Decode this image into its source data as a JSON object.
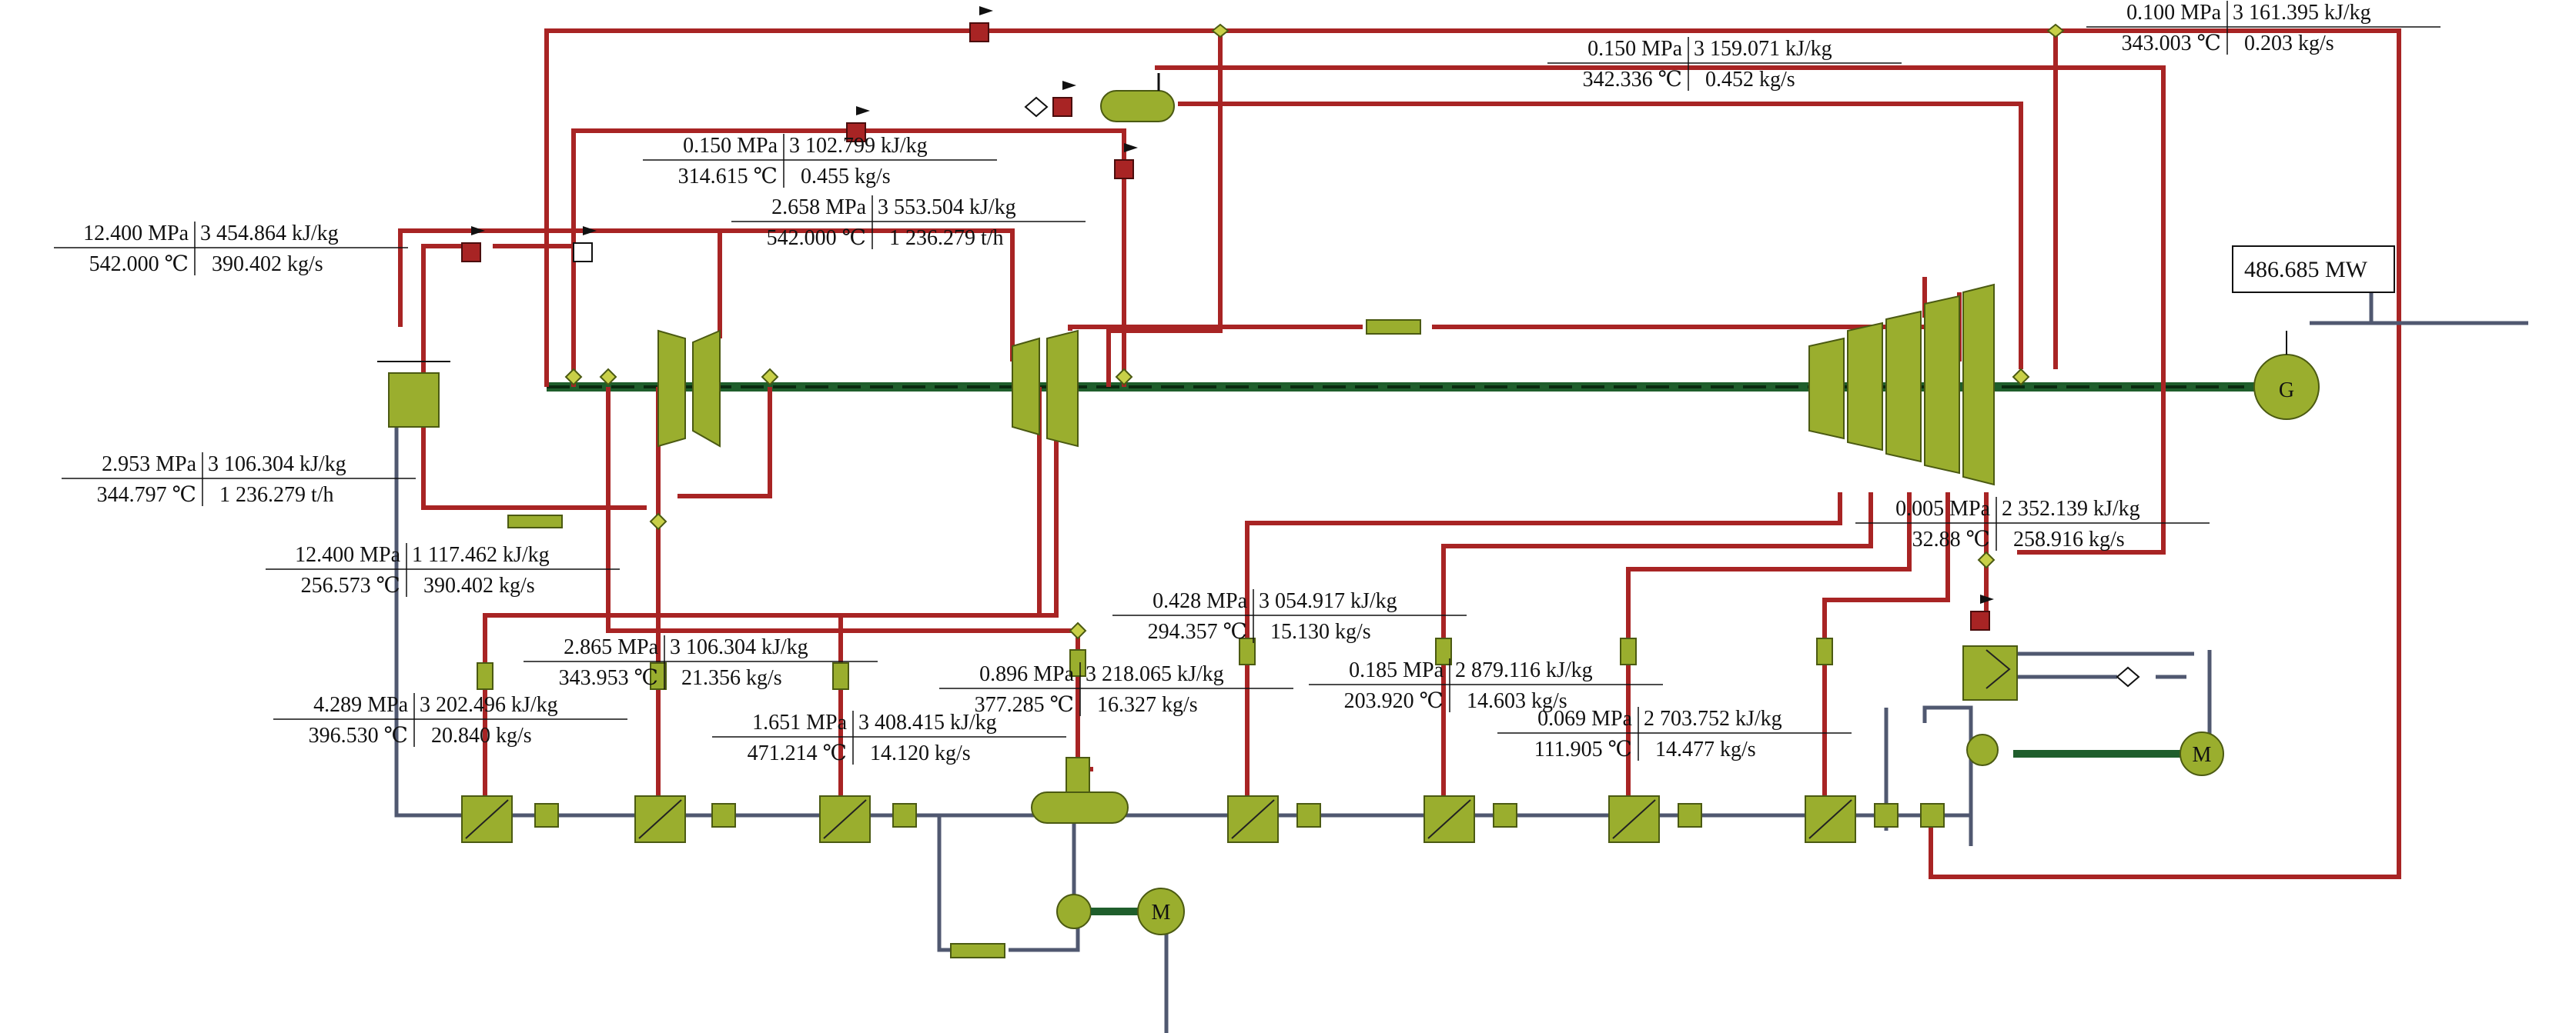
{
  "generator": {
    "output": "486.685 MW",
    "symbol": "G"
  },
  "motor_symbol": "M",
  "streams": [
    {
      "id": "s01",
      "p": "0.100 MPa",
      "h": "3 161.395 kJ/kg",
      "t": "343.003 ℃",
      "m": "0.203 kg/s"
    },
    {
      "id": "s02",
      "p": "0.150 MPa",
      "h": "3 159.071 kJ/kg",
      "t": "342.336 ℃",
      "m": "0.452 kg/s"
    },
    {
      "id": "s03",
      "p": "0.150 MPa",
      "h": "3 102.799 kJ/kg",
      "t": "314.615 ℃",
      "m": "0.455 kg/s"
    },
    {
      "id": "s04",
      "p": "2.658 MPa",
      "h": "3 553.504 kJ/kg",
      "t": "542.000 ℃",
      "m": "1 236.279 t/h"
    },
    {
      "id": "s05",
      "p": "12.400 MPa",
      "h": "3 454.864 kJ/kg",
      "t": "542.000 ℃",
      "m": "390.402 kg/s"
    },
    {
      "id": "s06",
      "p": "2.953 MPa",
      "h": "3 106.304 kJ/kg",
      "t": "344.797 ℃",
      "m": "1 236.279 t/h"
    },
    {
      "id": "s07",
      "p": "12.400 MPa",
      "h": "1 117.462 kJ/kg",
      "t": "256.573 ℃",
      "m": "390.402 kg/s"
    },
    {
      "id": "s08",
      "p": "2.865 MPa",
      "h": "3 106.304 kJ/kg",
      "t": "343.953 ℃",
      "m": "21.356 kg/s"
    },
    {
      "id": "s09",
      "p": "4.289 MPa",
      "h": "3 202.496 kJ/kg",
      "t": "396.530 ℃",
      "m": "20.840 kg/s"
    },
    {
      "id": "s10",
      "p": "1.651 MPa",
      "h": "3 408.415 kJ/kg",
      "t": "471.214 ℃",
      "m": "14.120 kg/s"
    },
    {
      "id": "s11",
      "p": "0.896 MPa",
      "h": "3 218.065 kJ/kg",
      "t": "377.285 ℃",
      "m": "16.327 kg/s"
    },
    {
      "id": "s12",
      "p": "0.428 MPa",
      "h": "3 054.917 kJ/kg",
      "t": "294.357 ℃",
      "m": "15.130 kg/s"
    },
    {
      "id": "s13",
      "p": "0.185 MPa",
      "h": "2 879.116 kJ/kg",
      "t": "203.920 ℃",
      "m": "14.603 kg/s"
    },
    {
      "id": "s14",
      "p": "0.069 MPa",
      "h": "2 703.752 kJ/kg",
      "t": "111.905 ℃",
      "m": "14.477 kg/s"
    },
    {
      "id": "s15",
      "p": "0.005 MPa",
      "h": "2 352.139 kJ/kg",
      "t": "32.88 ℃",
      "m": "258.916 kg/s"
    }
  ],
  "colors": {
    "steam": "#a82424",
    "water": "#505870",
    "shaft": "#1f5e2c",
    "equipment": "#9aae2e"
  }
}
